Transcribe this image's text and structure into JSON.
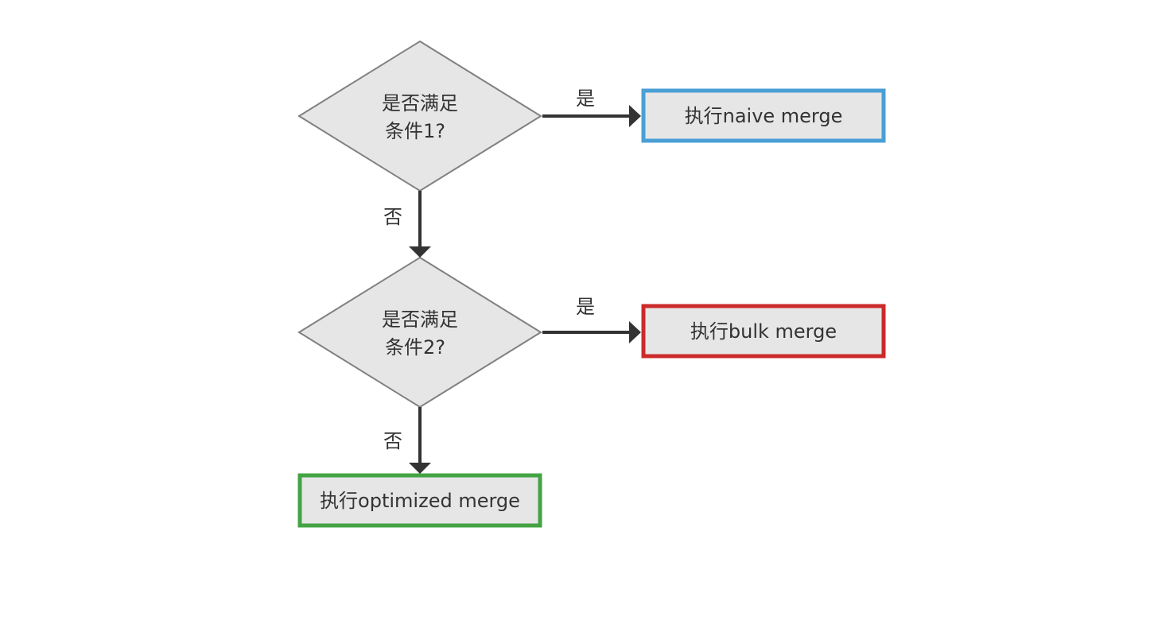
{
  "diagram": {
    "decisions": [
      {
        "line1": "是否满足",
        "line2": "条件1?"
      },
      {
        "line1": "是否满足",
        "line2": "条件2?"
      }
    ],
    "actions": [
      {
        "label": "执行naive merge",
        "border_color": "#4a9fd5"
      },
      {
        "label": "执行bulk merge",
        "border_color": "#cc2a2a"
      },
      {
        "label": "执行optimized merge",
        "border_color": "#43a343"
      }
    ],
    "edge_labels": {
      "yes": "是",
      "no": "否"
    },
    "colors": {
      "node_fill": "#e6e6e6",
      "diamond_stroke": "#808080",
      "edge": "#333333",
      "text": "#333333"
    }
  }
}
